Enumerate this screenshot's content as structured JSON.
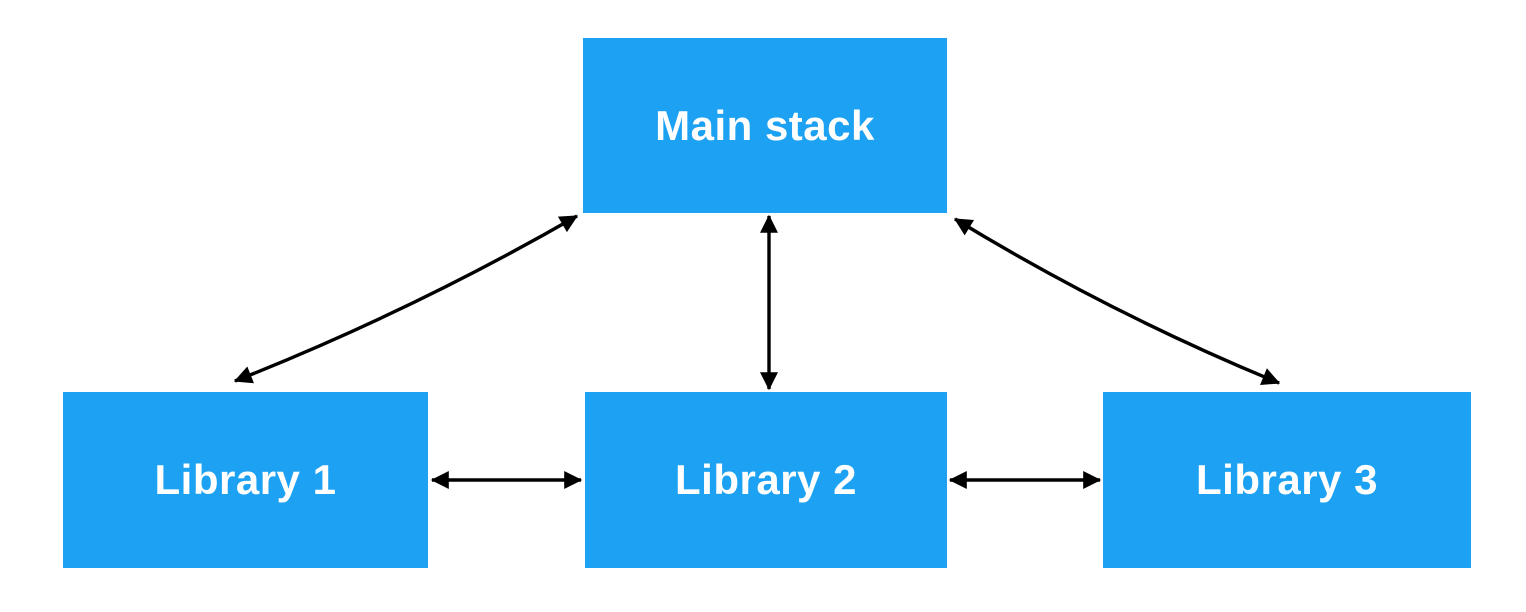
{
  "diagram": {
    "type": "block-diagram",
    "nodes": [
      {
        "id": "main-stack",
        "label": "Main stack"
      },
      {
        "id": "library-1",
        "label": "Library 1"
      },
      {
        "id": "library-2",
        "label": "Library 2"
      },
      {
        "id": "library-3",
        "label": "Library 3"
      }
    ],
    "edges": [
      {
        "from": "main-stack",
        "to": "library-1",
        "bidirectional": true
      },
      {
        "from": "main-stack",
        "to": "library-2",
        "bidirectional": true
      },
      {
        "from": "main-stack",
        "to": "library-3",
        "bidirectional": true
      },
      {
        "from": "library-1",
        "to": "library-2",
        "bidirectional": true
      },
      {
        "from": "library-2",
        "to": "library-3",
        "bidirectional": true
      }
    ],
    "colors": {
      "node_fill": "#1da1f2",
      "node_text": "#ffffff",
      "arrow": "#000000",
      "background": "#ffffff"
    }
  }
}
